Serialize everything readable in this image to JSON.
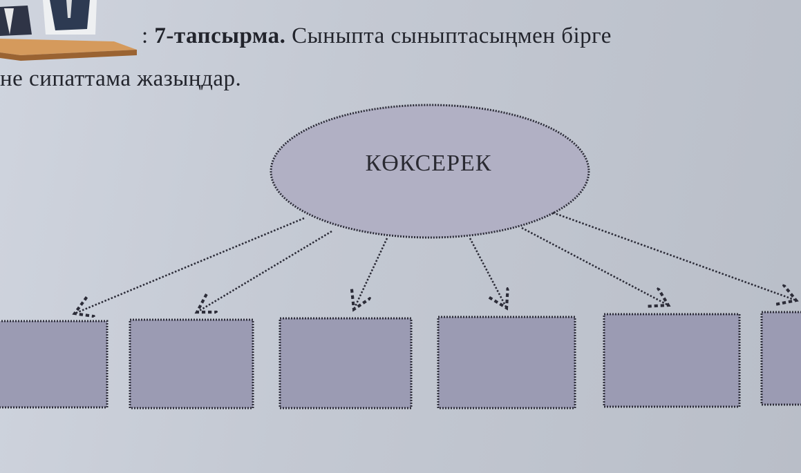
{
  "task": {
    "bullet": ":",
    "number": "7-тапсырма.",
    "text": "Сыныпта сыныптасыңмен бірге",
    "line2": "не сипаттама жазыңдар."
  },
  "diagram": {
    "center": "КӨКСЕРЕК",
    "box_count": 6
  },
  "colors": {
    "box_fill": "#9b9bb3",
    "ellipse_fill": "#b1b0c4",
    "arrow": "#2c2c38"
  }
}
